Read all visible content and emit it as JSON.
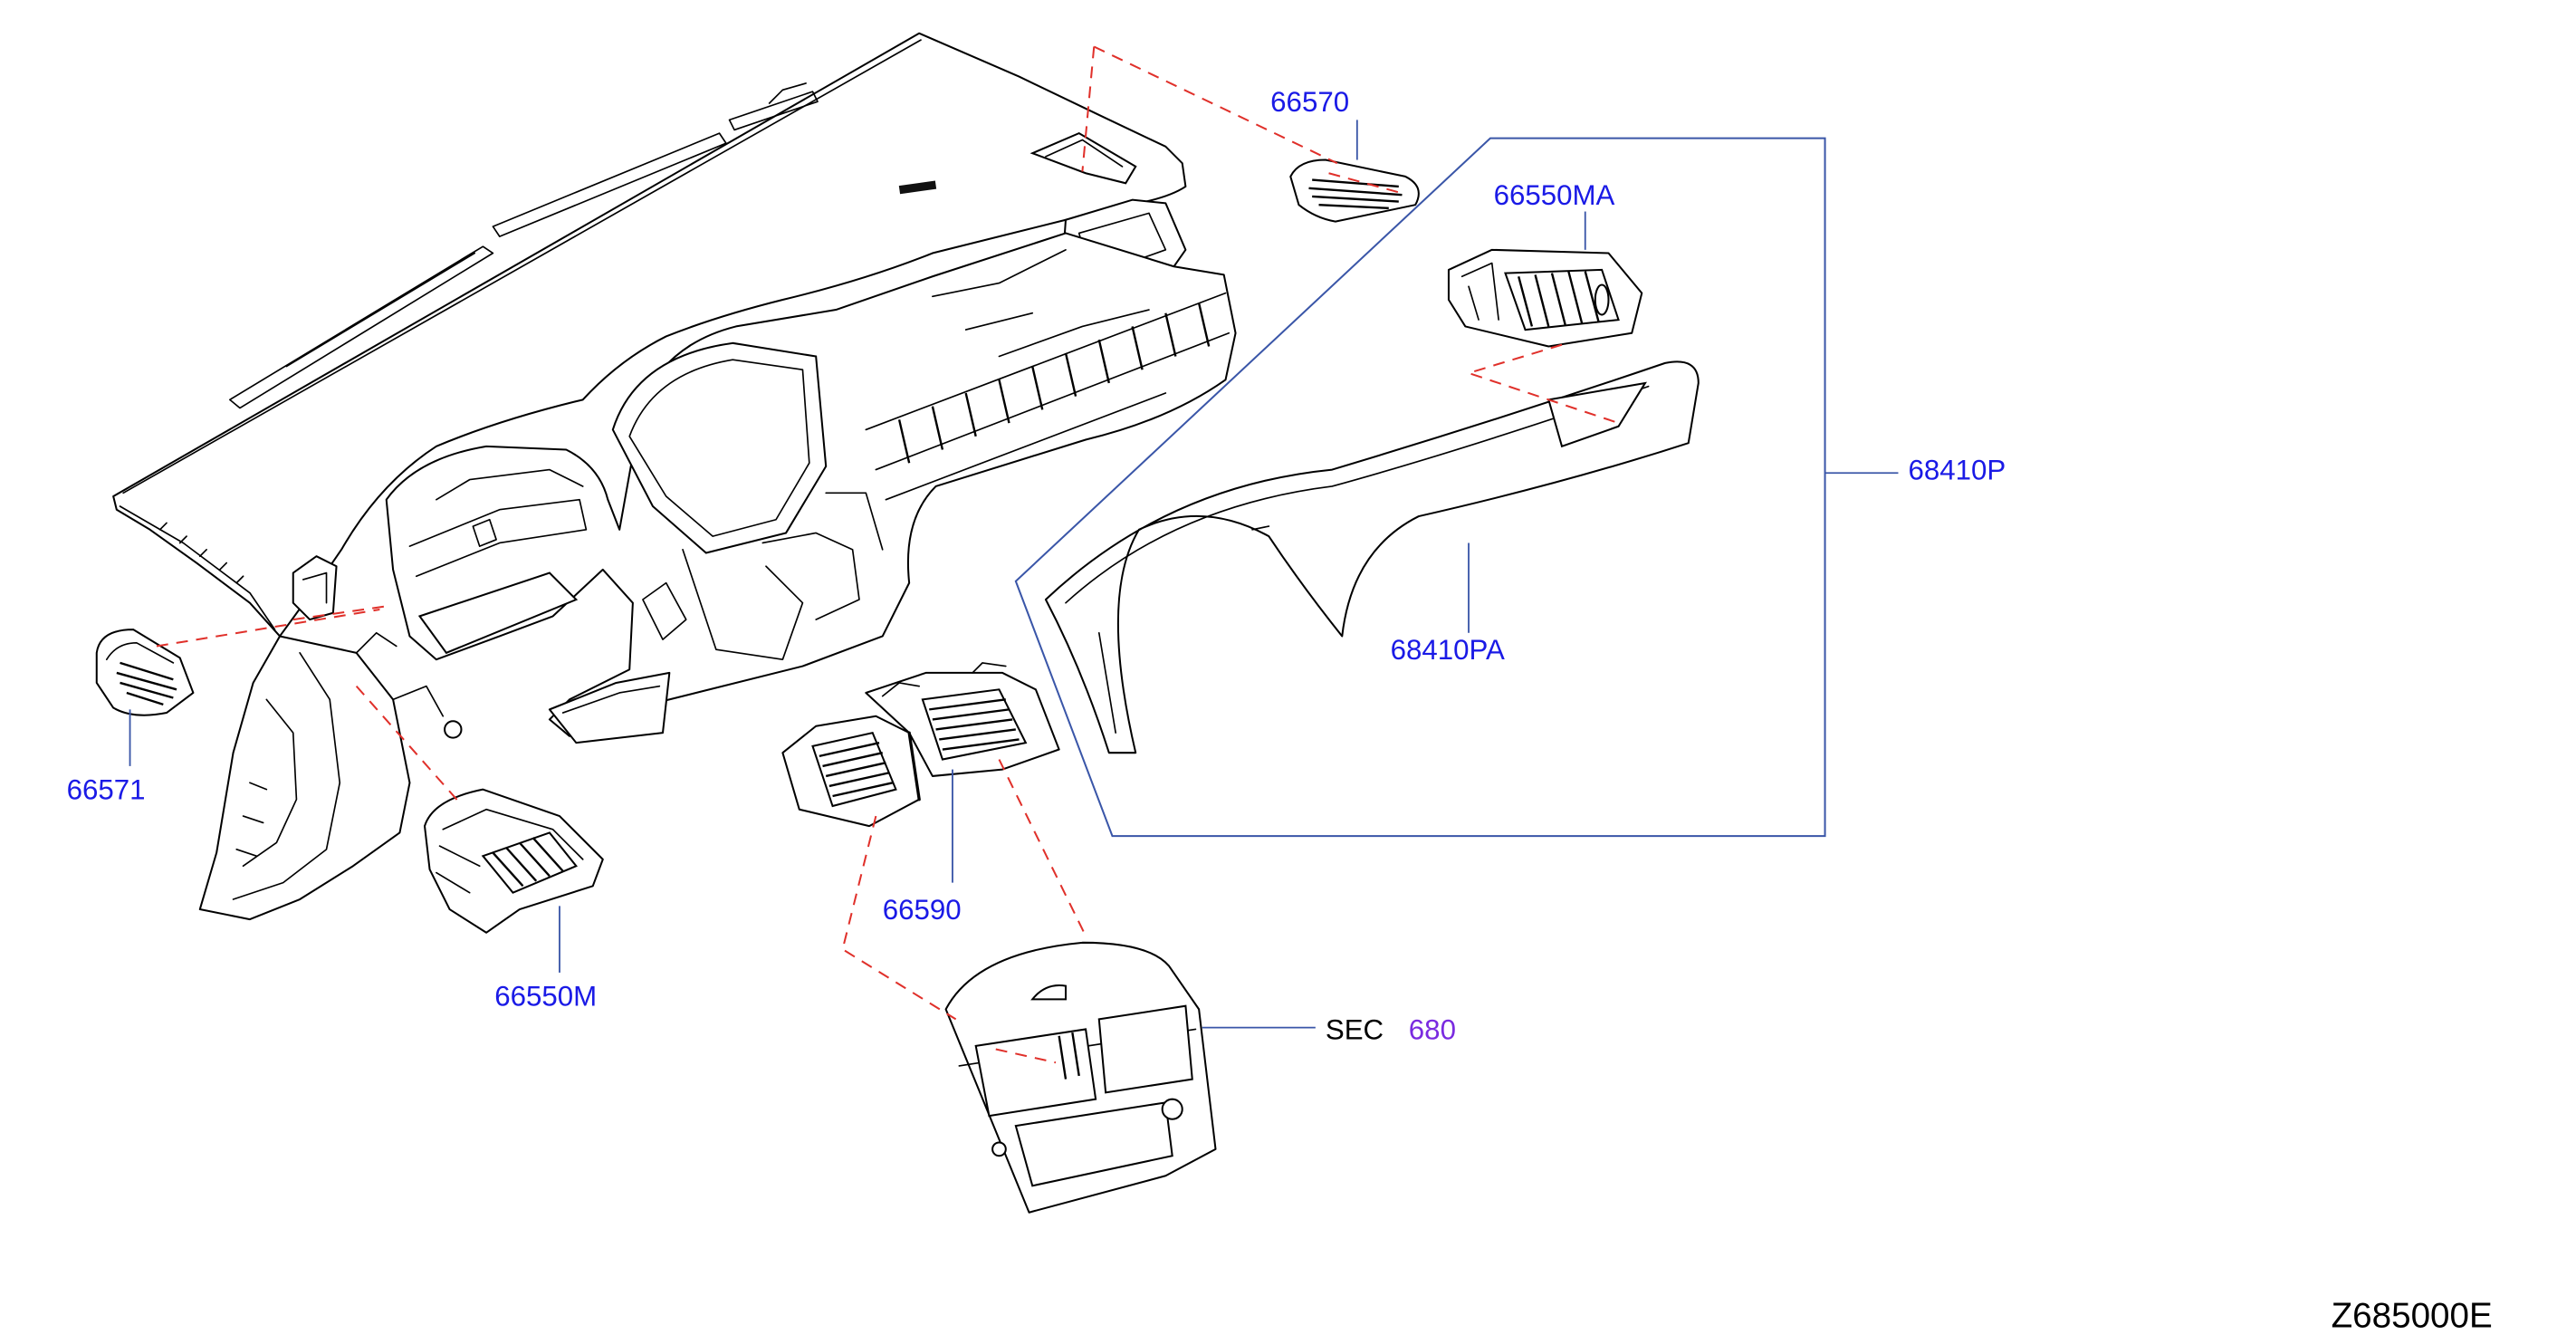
{
  "diagram": {
    "callouts": [
      {
        "part_number": "66570"
      },
      {
        "part_number": "66550MA"
      },
      {
        "part_number": "68410P"
      },
      {
        "part_number": "68410PA"
      },
      {
        "part_number": "66571"
      },
      {
        "part_number": "66590"
      },
      {
        "part_number": "66550M"
      }
    ],
    "section_ref": {
      "prefix": "SEC",
      "number": "680"
    },
    "figure_code": "Z685000E"
  },
  "colors": {
    "callout": "#1a1ae6",
    "section_link": "#7a2be0",
    "leader": "#3a56a8",
    "dashed_guide": "#e0302a",
    "line_art": "#000000"
  }
}
